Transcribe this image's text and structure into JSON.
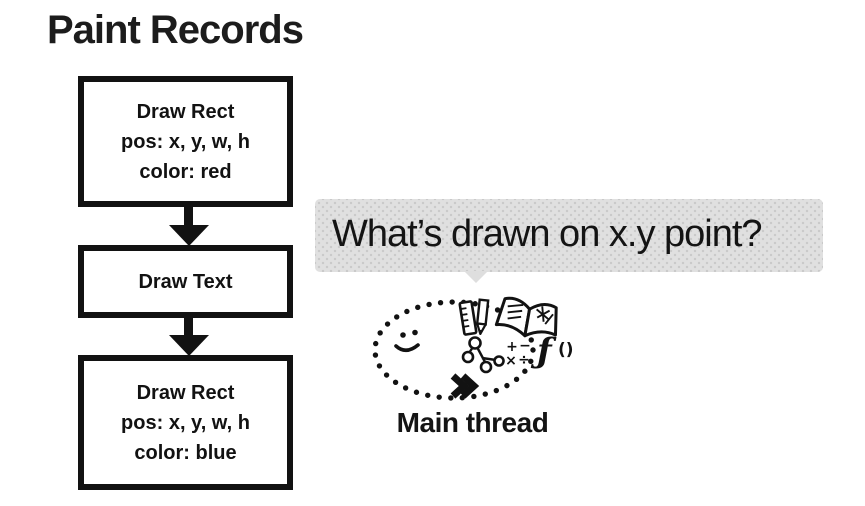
{
  "slide": {
    "title": "Paint Records"
  },
  "flow": {
    "boxes": [
      {
        "lines": [
          "Draw Rect",
          "pos: x, y, w, h",
          "color: red"
        ]
      },
      {
        "lines": [
          "Draw Text"
        ]
      },
      {
        "lines": [
          "Draw Rect",
          "pos: x, y, w, h",
          "color: blue"
        ]
      }
    ]
  },
  "bubble": {
    "text": "What’s drawn on x.y point?"
  },
  "main_thread": {
    "label": "Main thread",
    "math": {
      "plus": "+",
      "minus": "−",
      "times": "×",
      "divide": "÷"
    },
    "function": {
      "f": "ƒ",
      "parens": "()"
    }
  },
  "colors": {
    "ink": "#121212",
    "bubble_bg": "#e0e0e0",
    "background": "#ffffff"
  }
}
